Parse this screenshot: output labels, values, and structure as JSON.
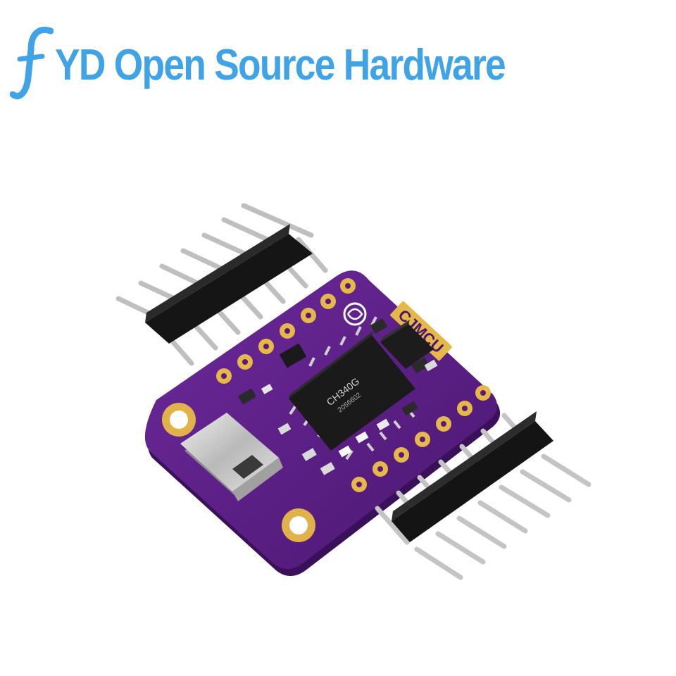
{
  "watermark": {
    "text": "YD Open Source Hardware",
    "color": "#3fa3e6",
    "logo_icon": "script-f-logo-icon"
  },
  "board": {
    "silkscreen_label": "CJMCU",
    "chip_marking": "CH340G",
    "chip_code": "2056602",
    "pcb_color": "#5c1f86",
    "pad_color": "#e6b84a",
    "connector": "micro-usb-port"
  },
  "headers": {
    "count": 2,
    "pins_per_header": 7,
    "housing_color": "#161616",
    "pin_color": "#c9c9c9"
  }
}
